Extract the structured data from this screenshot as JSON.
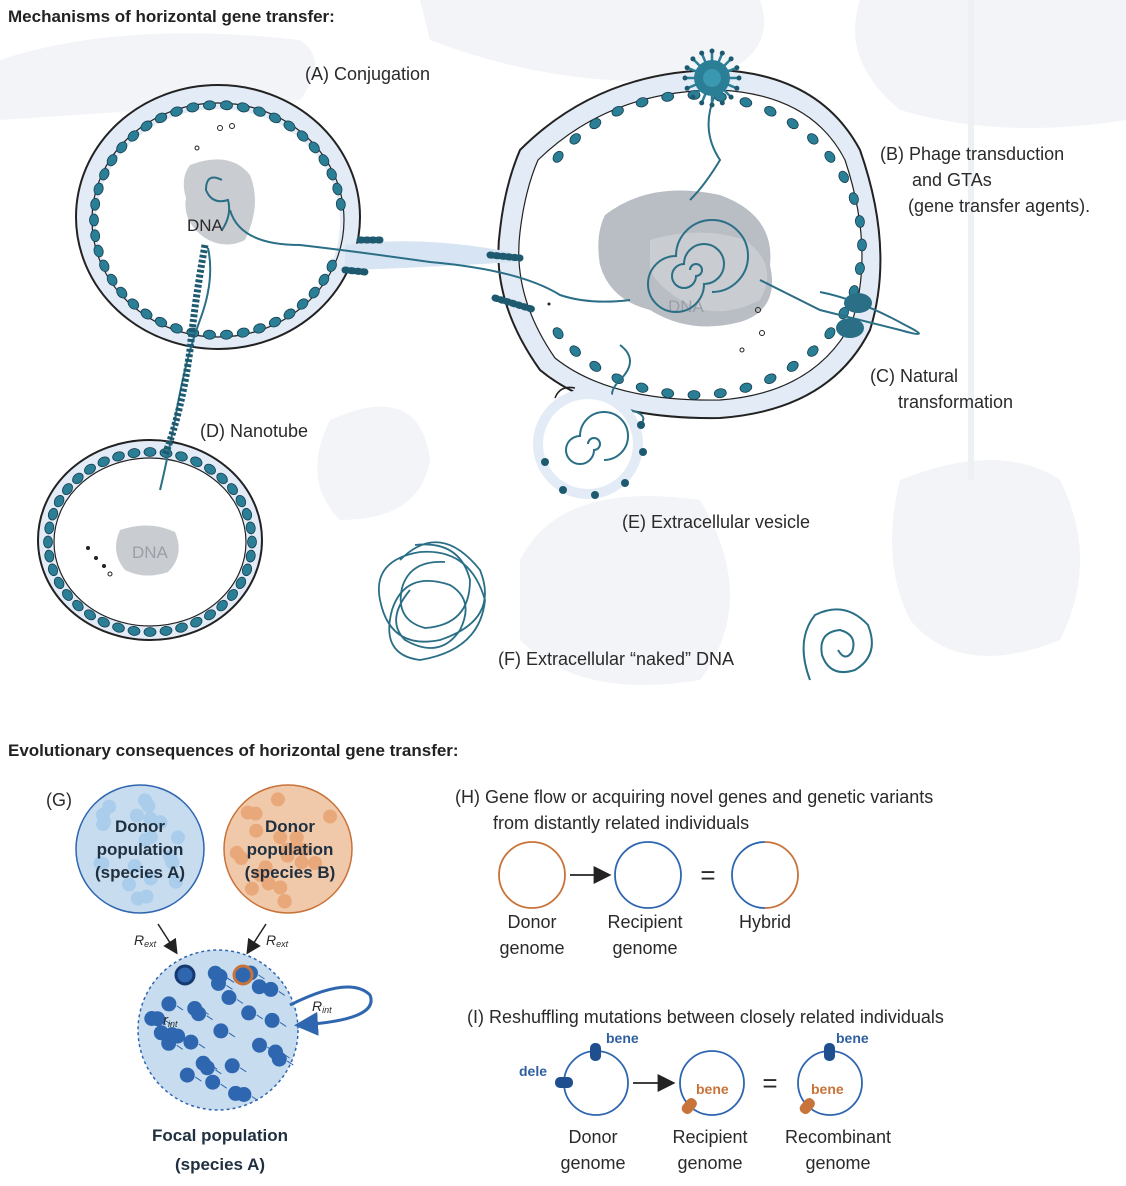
{
  "headers": {
    "mechanisms": "Mechanisms of horizontal gene transfer:",
    "consequences": "Evolutionary consequences of horizontal gene transfer:"
  },
  "mechanisms": {
    "conjugation": "(A)  Conjugation",
    "phage_line1": "(B) Phage transduction",
    "phage_line2": "and GTAs",
    "phage_line3": "(gene transfer agents).",
    "natural_line1": "(C) Natural",
    "natural_line2": "transformation",
    "nanotube": "(D) Nanotube",
    "vesicle": "(E) Extracellular vesicle",
    "naked": "(F) Extracellular “naked” DNA",
    "dna_label": "DNA"
  },
  "panel_g": {
    "tag": "(G)",
    "donor_a": [
      "Donor",
      "population",
      "(species A)"
    ],
    "donor_b": [
      "Donor",
      "population",
      "(species B)"
    ],
    "r_ext": "R",
    "r_ext_sub": "ext",
    "r_int": "R",
    "r_int_sub": "int",
    "r_int_inner": "r",
    "r_int_inner_sub": "int",
    "focal_line1": "Focal population",
    "focal_line2": "(species A)"
  },
  "panel_h": {
    "title_line1": "(H)  Gene flow or acquiring novel genes and genetic variants",
    "title_line2": "from distantly related individuals",
    "equals": "=",
    "donor": [
      "Donor",
      "genome"
    ],
    "recipient": [
      "Recipient",
      "genome"
    ],
    "hybrid": "Hybrid"
  },
  "panel_i": {
    "title": "(I)    Reshuffling mutations between closely related individuals",
    "dele": "dele",
    "bene": "bene",
    "equals": "=",
    "donor": [
      "Donor",
      "genome"
    ],
    "recipient": [
      "Recipient",
      "genome"
    ],
    "recombinant": [
      "Recombinant",
      "genome"
    ]
  },
  "colors": {
    "membrane_fill": "#e3ebf6",
    "teal": "#2a6f86",
    "teal_dark": "#1d5a70",
    "dna_grey": "#c9ccd1",
    "blue": "#2f66b0",
    "blue_light": "#c7dcef",
    "orange": "#c8733a",
    "orange_light": "#f0c9aa",
    "bg_blob": "#f1f3f6"
  }
}
